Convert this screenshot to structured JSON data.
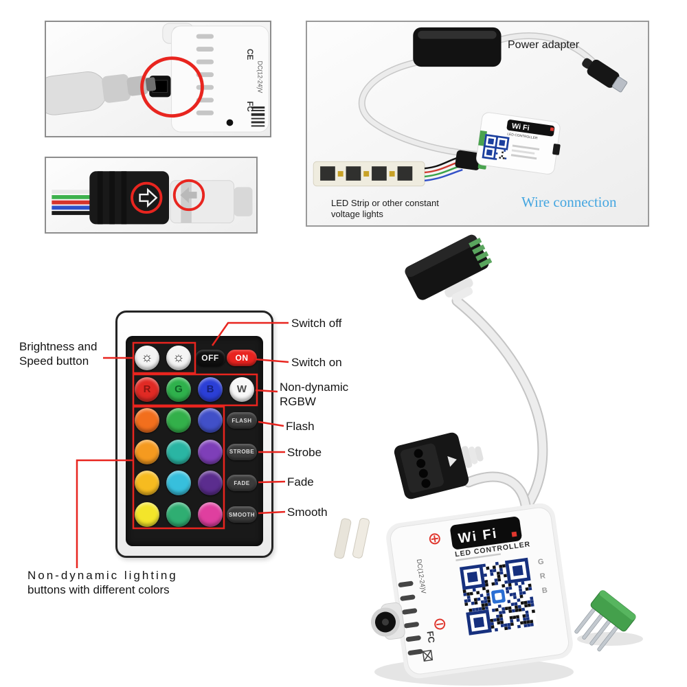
{
  "colors": {
    "annotation_red": "#e8251f",
    "wire_connection_blue": "#45a6e0"
  },
  "inset_dc": {
    "dc_rating": "DC(12-24)V",
    "ce_mark": "CE",
    "fc_mark": "FC"
  },
  "wiring_panel": {
    "power_adapter_label": "Power adapter",
    "led_strip_label_line1": "LED Strip or other constant",
    "led_strip_label_line2": "voltage lights",
    "wire_connection_label": "Wire connection",
    "mini_controller": {
      "wifi": "Wi Fi",
      "title": "LED CONTROLLER"
    }
  },
  "remote": {
    "rows": [
      [
        {
          "name": "brightness-up",
          "type": "icon",
          "icon": "☼",
          "bg": "#f4f4f4",
          "fg": "#222222"
        },
        {
          "name": "brightness-down",
          "type": "icon",
          "icon": "☼",
          "bg": "#f4f4f4",
          "fg": "#222222"
        },
        {
          "name": "off",
          "type": "pill",
          "label": "OFF",
          "bg": "#101010",
          "fg": "#f2f2f2"
        },
        {
          "name": "on",
          "type": "pill",
          "label": "ON",
          "bg": "#e8231f",
          "fg": "#ffffff"
        }
      ],
      [
        {
          "name": "red",
          "type": "round",
          "label": "R",
          "bg": "#e02a24",
          "fg": "#8c1511"
        },
        {
          "name": "green",
          "type": "round",
          "label": "G",
          "bg": "#2fb14c",
          "fg": "#0e6426"
        },
        {
          "name": "blue",
          "type": "round",
          "label": "B",
          "bg": "#2b3fd6",
          "fg": "#15207e"
        },
        {
          "name": "white",
          "type": "round",
          "label": "W",
          "bg": "#f8f8f8",
          "fg": "#4a4a4a"
        }
      ],
      [
        {
          "name": "orange",
          "type": "round",
          "bg": "#f26f1d"
        },
        {
          "name": "grass-green",
          "type": "round",
          "bg": "#33b04a"
        },
        {
          "name": "indigo",
          "type": "round",
          "bg": "#4150c8"
        },
        {
          "name": "flash",
          "type": "pill",
          "label": "FLASH",
          "bg": "#3b3b3b",
          "fg": "#dddddd"
        }
      ],
      [
        {
          "name": "amber",
          "type": "round",
          "bg": "#f59a1f"
        },
        {
          "name": "teal",
          "type": "round",
          "bg": "#2ab5a3"
        },
        {
          "name": "purple",
          "type": "round",
          "bg": "#7e3fb8"
        },
        {
          "name": "strobe",
          "type": "pill",
          "label": "STROBE",
          "bg": "#3b3b3b",
          "fg": "#dddddd"
        }
      ],
      [
        {
          "name": "light-orange",
          "type": "round",
          "bg": "#f6bb20"
        },
        {
          "name": "cyan",
          "type": "round",
          "bg": "#37bfdc"
        },
        {
          "name": "dark-violet",
          "type": "round",
          "bg": "#5b2d8e"
        },
        {
          "name": "fade",
          "type": "pill",
          "label": "FADE",
          "bg": "#3b3b3b",
          "fg": "#dddddd"
        }
      ],
      [
        {
          "name": "yellow",
          "type": "round",
          "bg": "#f3e52a"
        },
        {
          "name": "sea-green",
          "type": "round",
          "bg": "#2fae72"
        },
        {
          "name": "magenta",
          "type": "round",
          "bg": "#df3f9f"
        },
        {
          "name": "smooth",
          "type": "pill",
          "label": "SMOOTH",
          "bg": "#3b3b3b",
          "fg": "#dddddd"
        }
      ]
    ]
  },
  "callouts": {
    "switch_off": "Switch off",
    "switch_on": "Switch on",
    "non_dynamic_line1": "Non-dynamic",
    "non_dynamic_line2": "RGBW",
    "flash": "Flash",
    "strobe": "Strobe",
    "fade": "Fade",
    "smooth": "Smooth",
    "brightness_line1": "Brightness and",
    "brightness_line2": "Speed button",
    "colors_line1": "Non-dynamic lighting",
    "colors_line2": "buttons with different colors"
  },
  "product": {
    "wifi": "Wi Fi",
    "title": "LED CONTROLLER",
    "dc_rating": "DC(12-24)V",
    "fc_mark": "FC",
    "grb": [
      "G",
      "R",
      "B"
    ]
  }
}
